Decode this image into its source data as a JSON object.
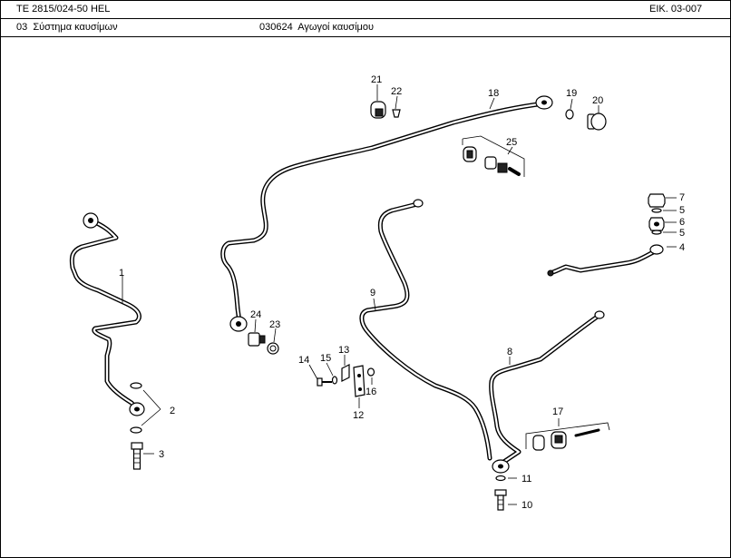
{
  "header": {
    "model": "TE 2815/024-50 HEL",
    "figure": "EIK. 03-007",
    "group": "03  Σύστημα καυσίμων",
    "subgroup": "030624  Αγωγοί καυσίμου"
  },
  "callouts": [
    "1",
    "2",
    "3",
    "4",
    "5",
    "5",
    "6",
    "7",
    "8",
    "9",
    "10",
    "11",
    "12",
    "13",
    "14",
    "15",
    "16",
    "17",
    "18",
    "19",
    "20",
    "21",
    "22",
    "23",
    "24",
    "25"
  ]
}
